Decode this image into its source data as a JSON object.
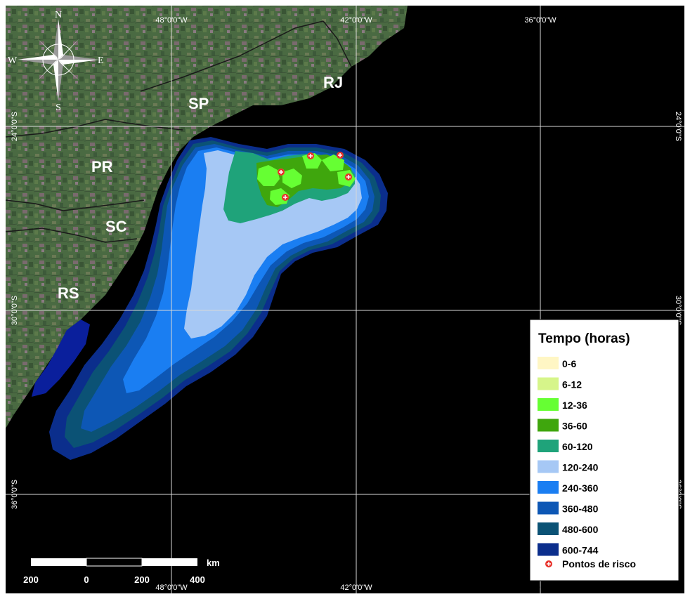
{
  "coords": {
    "lon_48": "48°0'0\"W",
    "lon_42": "42°0'0\"W",
    "lon_36": "36°0'0\"W",
    "lat_24": "24°0'0\"S",
    "lat_30": "30°0'0\"S",
    "lat_36": "36°0'0\"S"
  },
  "compass": {
    "n": "N",
    "s": "S",
    "e": "E",
    "w": "W"
  },
  "states": {
    "sp": "SP",
    "rj": "RJ",
    "pr": "PR",
    "sc": "SC",
    "rs": "RS"
  },
  "legend": {
    "title": "Tempo (horas)",
    "classes": [
      {
        "label": "0-6",
        "color": "#fff6c4"
      },
      {
        "label": "6-12",
        "color": "#d6f58a"
      },
      {
        "label": "12-36",
        "color": "#66ff33"
      },
      {
        "label": "36-60",
        "color": "#3fa60d"
      },
      {
        "label": "60-120",
        "color": "#1fa37a"
      },
      {
        "label": "120-240",
        "color": "#a6c8f5"
      },
      {
        "label": "240-360",
        "color": "#1a7ef2"
      },
      {
        "label": "360-480",
        "color": "#0d57b5"
      },
      {
        "label": "480-600",
        "color": "#0b5275"
      },
      {
        "label": "600-744",
        "color": "#0b2e8c"
      }
    ],
    "points_label": "Pontos de risco",
    "points_color": "#e8332c"
  },
  "scale": {
    "unit": "km",
    "ticks": [
      "200",
      "0",
      "200",
      "400"
    ]
  }
}
